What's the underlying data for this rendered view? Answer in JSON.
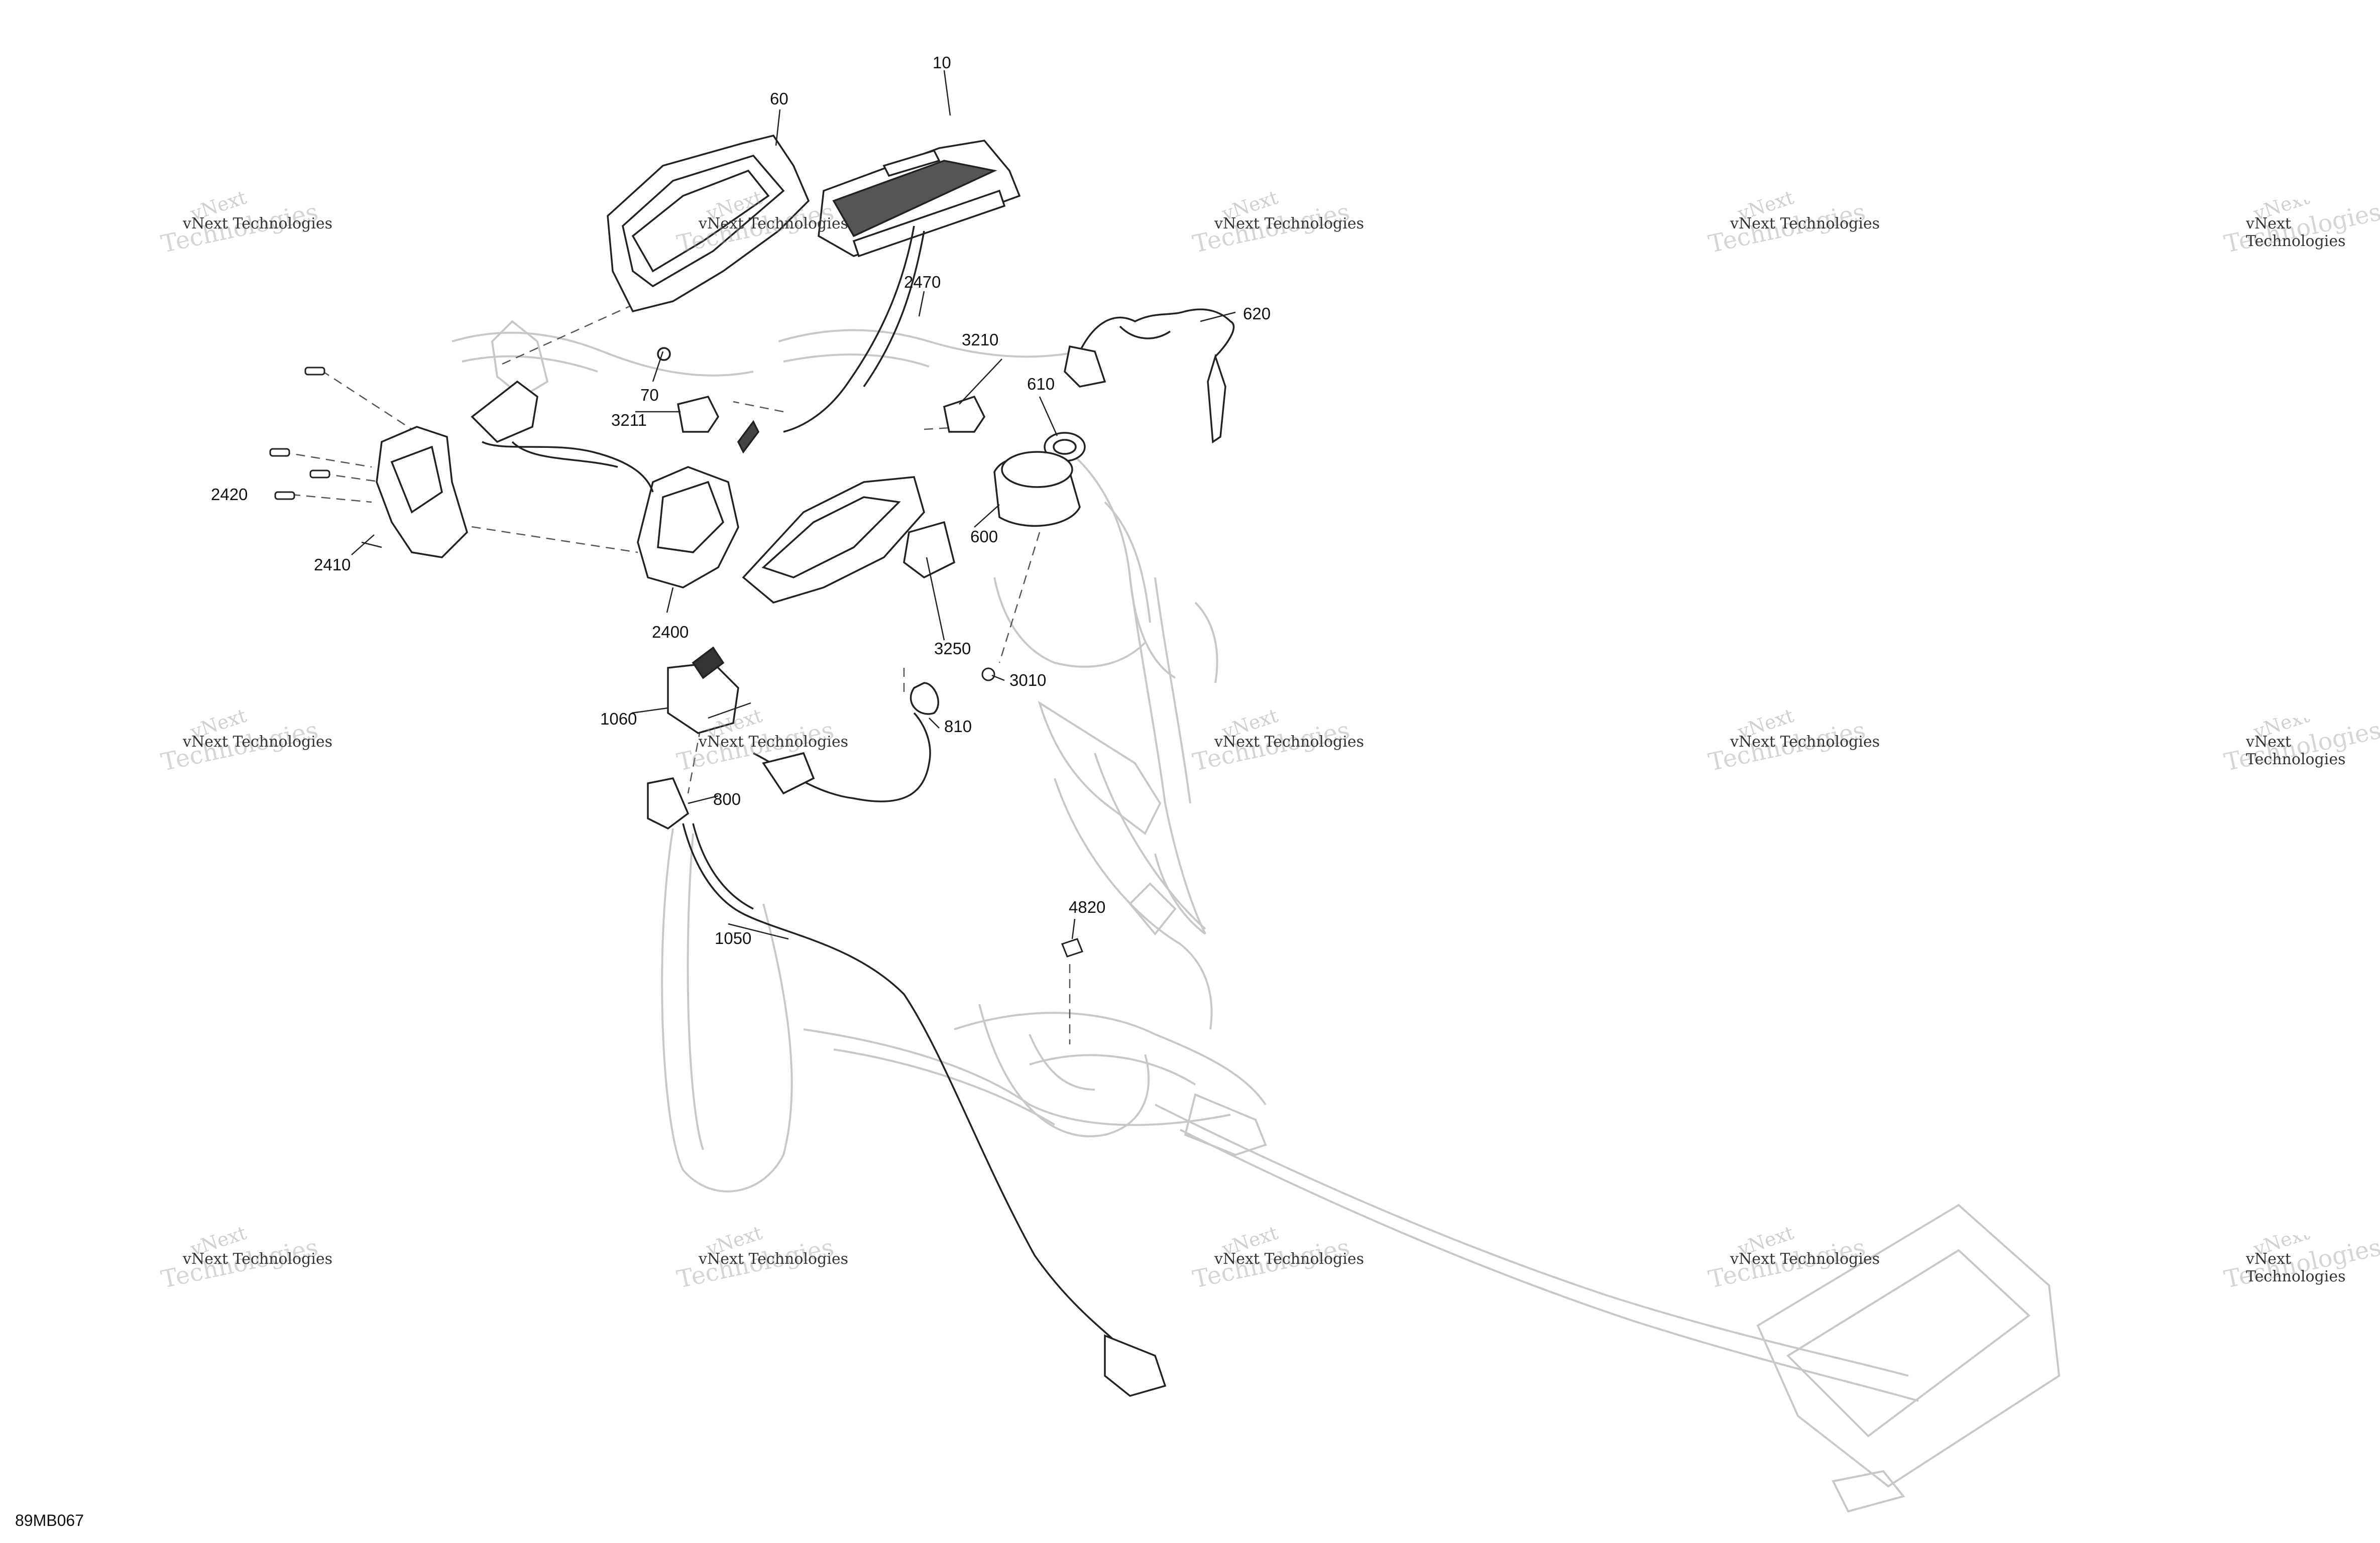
{
  "diagram": {
    "figure_id": "89MB067",
    "watermark": {
      "line1": "vNext",
      "line2": "Technologies",
      "line3": "vNext Technologies"
    },
    "callouts": [
      {
        "id": "c10",
        "label": "10"
      },
      {
        "id": "c60",
        "label": "60"
      },
      {
        "id": "c70",
        "label": "70"
      },
      {
        "id": "c600",
        "label": "600"
      },
      {
        "id": "c610",
        "label": "610"
      },
      {
        "id": "c620",
        "label": "620"
      },
      {
        "id": "c800",
        "label": "800"
      },
      {
        "id": "c810",
        "label": "810"
      },
      {
        "id": "c1050",
        "label": "1050"
      },
      {
        "id": "c1060",
        "label": "1060"
      },
      {
        "id": "c2400",
        "label": "2400"
      },
      {
        "id": "c2410",
        "label": "2410"
      },
      {
        "id": "c2420",
        "label": "2420"
      },
      {
        "id": "c2470",
        "label": "2470"
      },
      {
        "id": "c3010",
        "label": "3010"
      },
      {
        "id": "c3210",
        "label": "3210"
      },
      {
        "id": "c3211",
        "label": "3211"
      },
      {
        "id": "c3250",
        "label": "3250"
      },
      {
        "id": "c4820",
        "label": "4820"
      }
    ]
  }
}
